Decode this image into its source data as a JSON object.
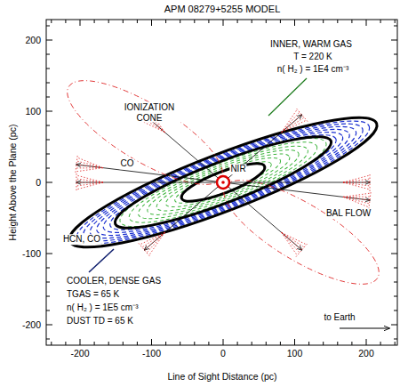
{
  "diagram": {
    "title": "APM 08279+5255  MODEL",
    "labels": [
      "INNER, WARM GAS",
      "T = 220 K",
      "n( H₂ ) = 1E4 cm⁻³",
      "IONIZATION CONE",
      "CO",
      "NIR",
      "BAL FLOW",
      "HCN, CO",
      "COOLER, DENSE GAS",
      "TGAS = 65 K",
      "n( H₂ ) = 1E5 cm⁻³",
      "DUST TD = 65 K",
      "to Earth",
      "Height Above the Plane (pc)",
      "Line of Sight Distance (pc)",
      "-200",
      "-100",
      "0",
      "100",
      "200",
      "-200",
      "-100",
      "0",
      "100",
      "200"
    ]
  }
}
